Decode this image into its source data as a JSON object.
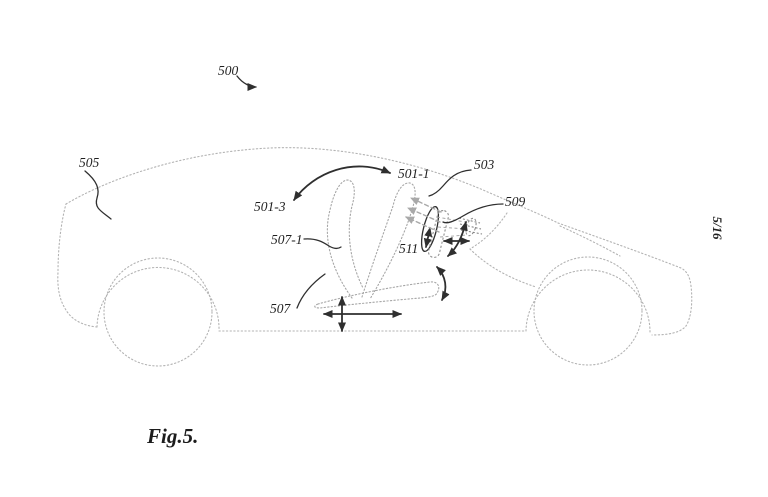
{
  "sheet": {
    "page_indicator": "5/16",
    "figure_caption": "Fig.5."
  },
  "labels": {
    "assembly_500": "500",
    "ref_505": "505",
    "ref_501_1": "501-1",
    "ref_501_3": "501-3",
    "ref_503": "503",
    "ref_509": "509",
    "ref_511": "511",
    "ref_507_1": "507-1",
    "ref_507": "507"
  },
  "colors": {
    "background": "#ffffff",
    "body_outline": "#b3b3b3",
    "ink": "#2f2f2f",
    "gray_arrow": "#a9a9a9"
  }
}
